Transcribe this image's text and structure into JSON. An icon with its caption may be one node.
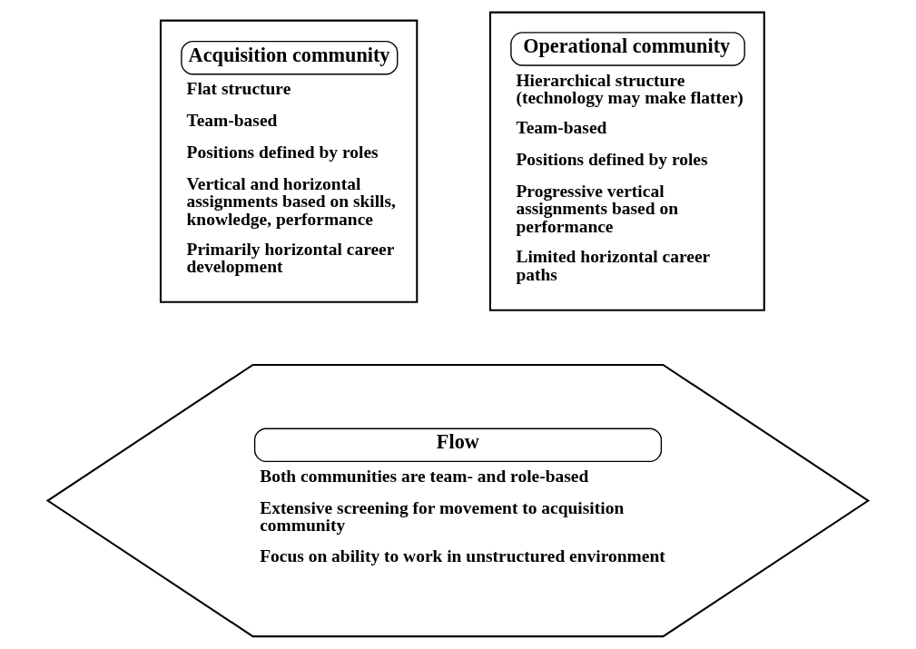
{
  "diagram": {
    "nodes": [
      {
        "text": [
          "Acquisition community",
          "Flat structure",
          "Team-based",
          "Positions defined by roles",
          "Vertical and horizontal assignments based on skills, knowledge, performance",
          "Primarily horizontal career development"
        ]
      },
      {
        "text": [
          "Operational community",
          "Hierarchical structure (technology may make flatter)",
          "Team-based",
          "Positions defined by roles",
          "Progressive vertical assignments based on performance",
          "Limited horizontal career paths"
        ]
      },
      {
        "text": [
          "Flow",
          "Both communities are team- and role-based",
          "Extensive screening for movement to acquisition community",
          "Focus on ability to work in unstructured environment"
        ]
      }
    ],
    "edges": []
  }
}
